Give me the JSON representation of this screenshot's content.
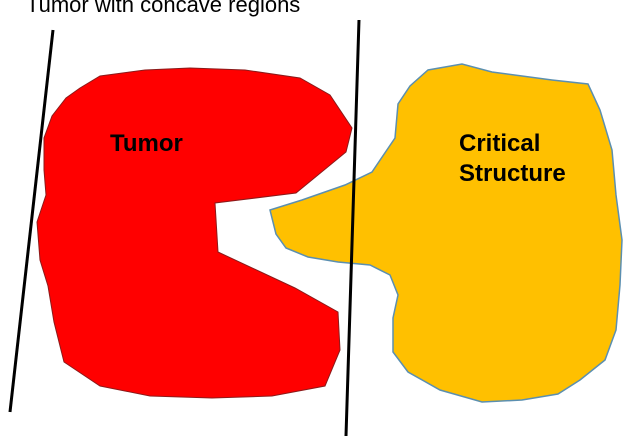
{
  "caption": "Tumor with concave regions",
  "labels": {
    "tumor": "Tumor",
    "critical_line1": "Critical",
    "critical_line2": "Structure"
  },
  "colors": {
    "tumor_fill": "#ff0000",
    "tumor_stroke": "#8b1a1a",
    "critical_fill": "#ffc000",
    "critical_stroke": "#5b8fb0",
    "line": "#000000"
  }
}
